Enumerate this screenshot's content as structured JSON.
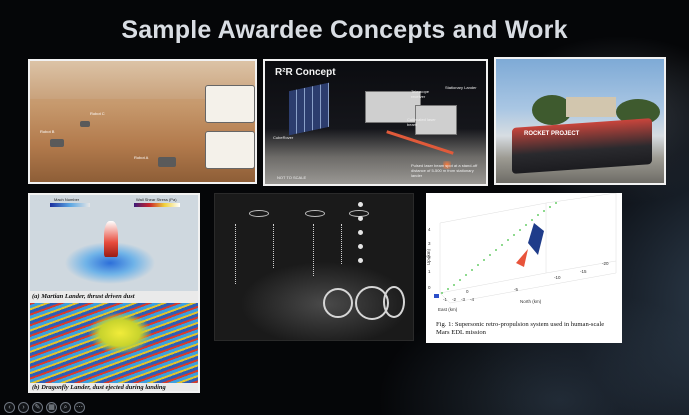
{
  "slide": {
    "title": "Sample Awardee Concepts and Work"
  },
  "panels": {
    "mars": {
      "labels": [
        "Robot A",
        "Robot B",
        "Robot C"
      ]
    },
    "r2r": {
      "heading": "R²R Concept",
      "labels": [
        "Stationary Lander",
        "Telescope receiver",
        "Collimated laser beam",
        "CubeRover",
        "Pulsed laser beam spot at a stand-off distance of 5-500 m from stationary lander",
        "NOT TO SCALE"
      ]
    },
    "trailer": {
      "sign": "ROCKET PROJECT"
    },
    "dust": {
      "colorbar_left": "Mach Number",
      "colorbar_right": "Wall Shear Stress (Pa)",
      "caption_a": "(a) Martian Lander, thrust driven dust",
      "caption_b": "(b) Dragonfly Lander, dust ejected during landing"
    },
    "trajectory": {
      "z_axis_label": "Up (km)",
      "x_axis_label": "East (km)",
      "y_axis_label": "North (km)",
      "z_ticks": [
        "0",
        "1",
        "2",
        "3",
        "4"
      ],
      "x_ticks": [
        "-1",
        "-2",
        "-3",
        "-4"
      ],
      "y_ticks": [
        "0",
        "-5",
        "-10",
        "-15",
        "-20"
      ],
      "caption": "Fig. 1: Supersonic retro-propulsion system used in human-scale Mars EDL mission"
    }
  },
  "toolbar": {
    "buttons": [
      {
        "name": "prev-slide-button",
        "glyph": "‹"
      },
      {
        "name": "next-slide-button",
        "glyph": "›"
      },
      {
        "name": "pen-tool-button",
        "glyph": "✎"
      },
      {
        "name": "slides-grid-button",
        "glyph": "▦"
      },
      {
        "name": "zoom-button",
        "glyph": "⌕"
      },
      {
        "name": "more-options-button",
        "glyph": "⋯"
      }
    ]
  },
  "colors": {
    "title_text": "#d9dde3",
    "panel_border": "#f2f2f2",
    "trajectory_green": "#3fbf3f"
  }
}
